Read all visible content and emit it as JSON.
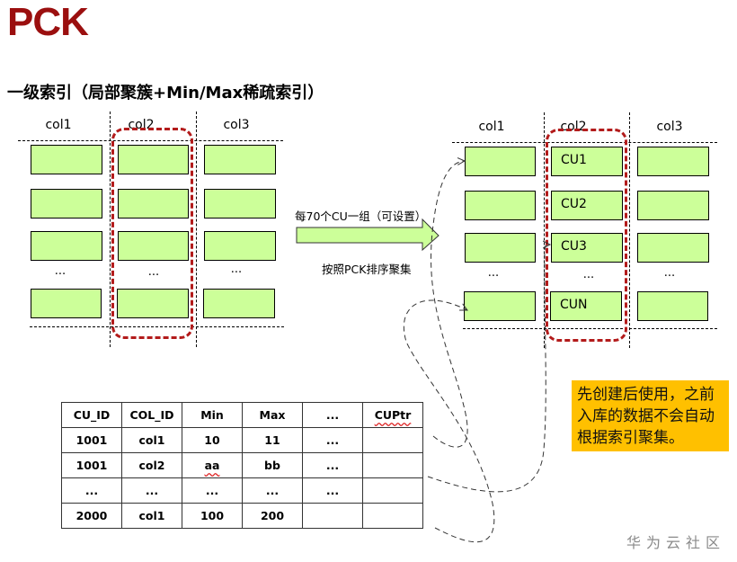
{
  "title": "PCK",
  "subtitle": "一级索引（局部聚簇+Min/Max稀疏索引）",
  "left_grid": {
    "columns": [
      "col1",
      "col2",
      "col3"
    ],
    "ellipsis": "..."
  },
  "right_grid": {
    "columns": [
      "col1",
      "col2",
      "col3"
    ],
    "cu_labels": [
      "CU1",
      "CU2",
      "CU3",
      "CUN"
    ],
    "ellipsis": "..."
  },
  "arrow": {
    "top_text": "每70个CU一组（可设置）",
    "bottom_text": "按照PCK排序聚集"
  },
  "index_table": {
    "headers": [
      "CU_ID",
      "COL_ID",
      "Min",
      "Max",
      "...",
      "CUPtr"
    ],
    "rows": [
      [
        "1001",
        "col1",
        "10",
        "11",
        "...",
        ""
      ],
      [
        "1001",
        "col2",
        "aa",
        "bb",
        "...",
        ""
      ],
      [
        "...",
        "...",
        "...",
        "...",
        "...",
        ""
      ],
      [
        "2000",
        "col1",
        "100",
        "200",
        "",
        ""
      ]
    ]
  },
  "note": "先创建后使用，之前入库的数据不会自动根据索引聚集。",
  "watermark": "华为云社区",
  "colors": {
    "title": "#9b0f0f",
    "cell_fill": "#ccff99",
    "highlight_border": "#b31b1b",
    "note_bg": "#ffc000"
  }
}
